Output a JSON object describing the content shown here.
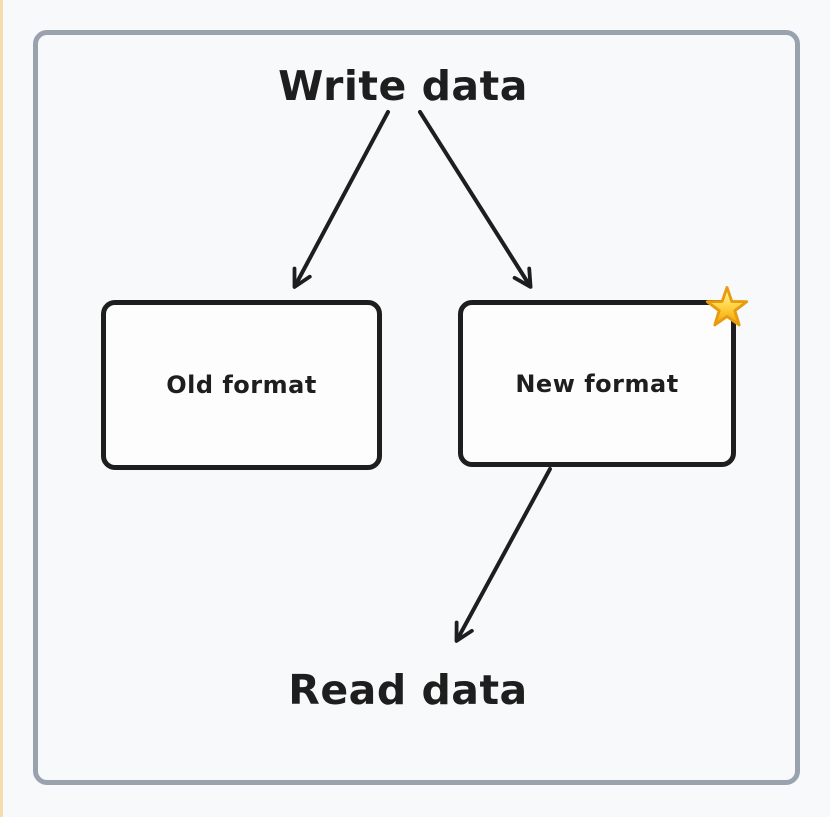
{
  "colors": {
    "background": "#f8f9fb",
    "left_edge_strip": "#f7ddae",
    "frame_border": "#9aa2ae",
    "ink": "#1e1e1e",
    "node_fill": "#fdfdfe",
    "star_gold": "#ffd84d",
    "star_orange": "#f5a300",
    "star_highlight": "#fff8c4"
  },
  "diagram": {
    "write_label": "Write data",
    "read_label": "Read data",
    "nodes": [
      {
        "label": "Old format"
      },
      {
        "label": "New format",
        "badge_icon": "star-icon",
        "badge_glyph": "⭐"
      }
    ],
    "arrows": [
      {
        "from": "Write data",
        "to": "Old format"
      },
      {
        "from": "Write data",
        "to": "New format"
      },
      {
        "from": "New format",
        "to": "Read data"
      }
    ]
  }
}
